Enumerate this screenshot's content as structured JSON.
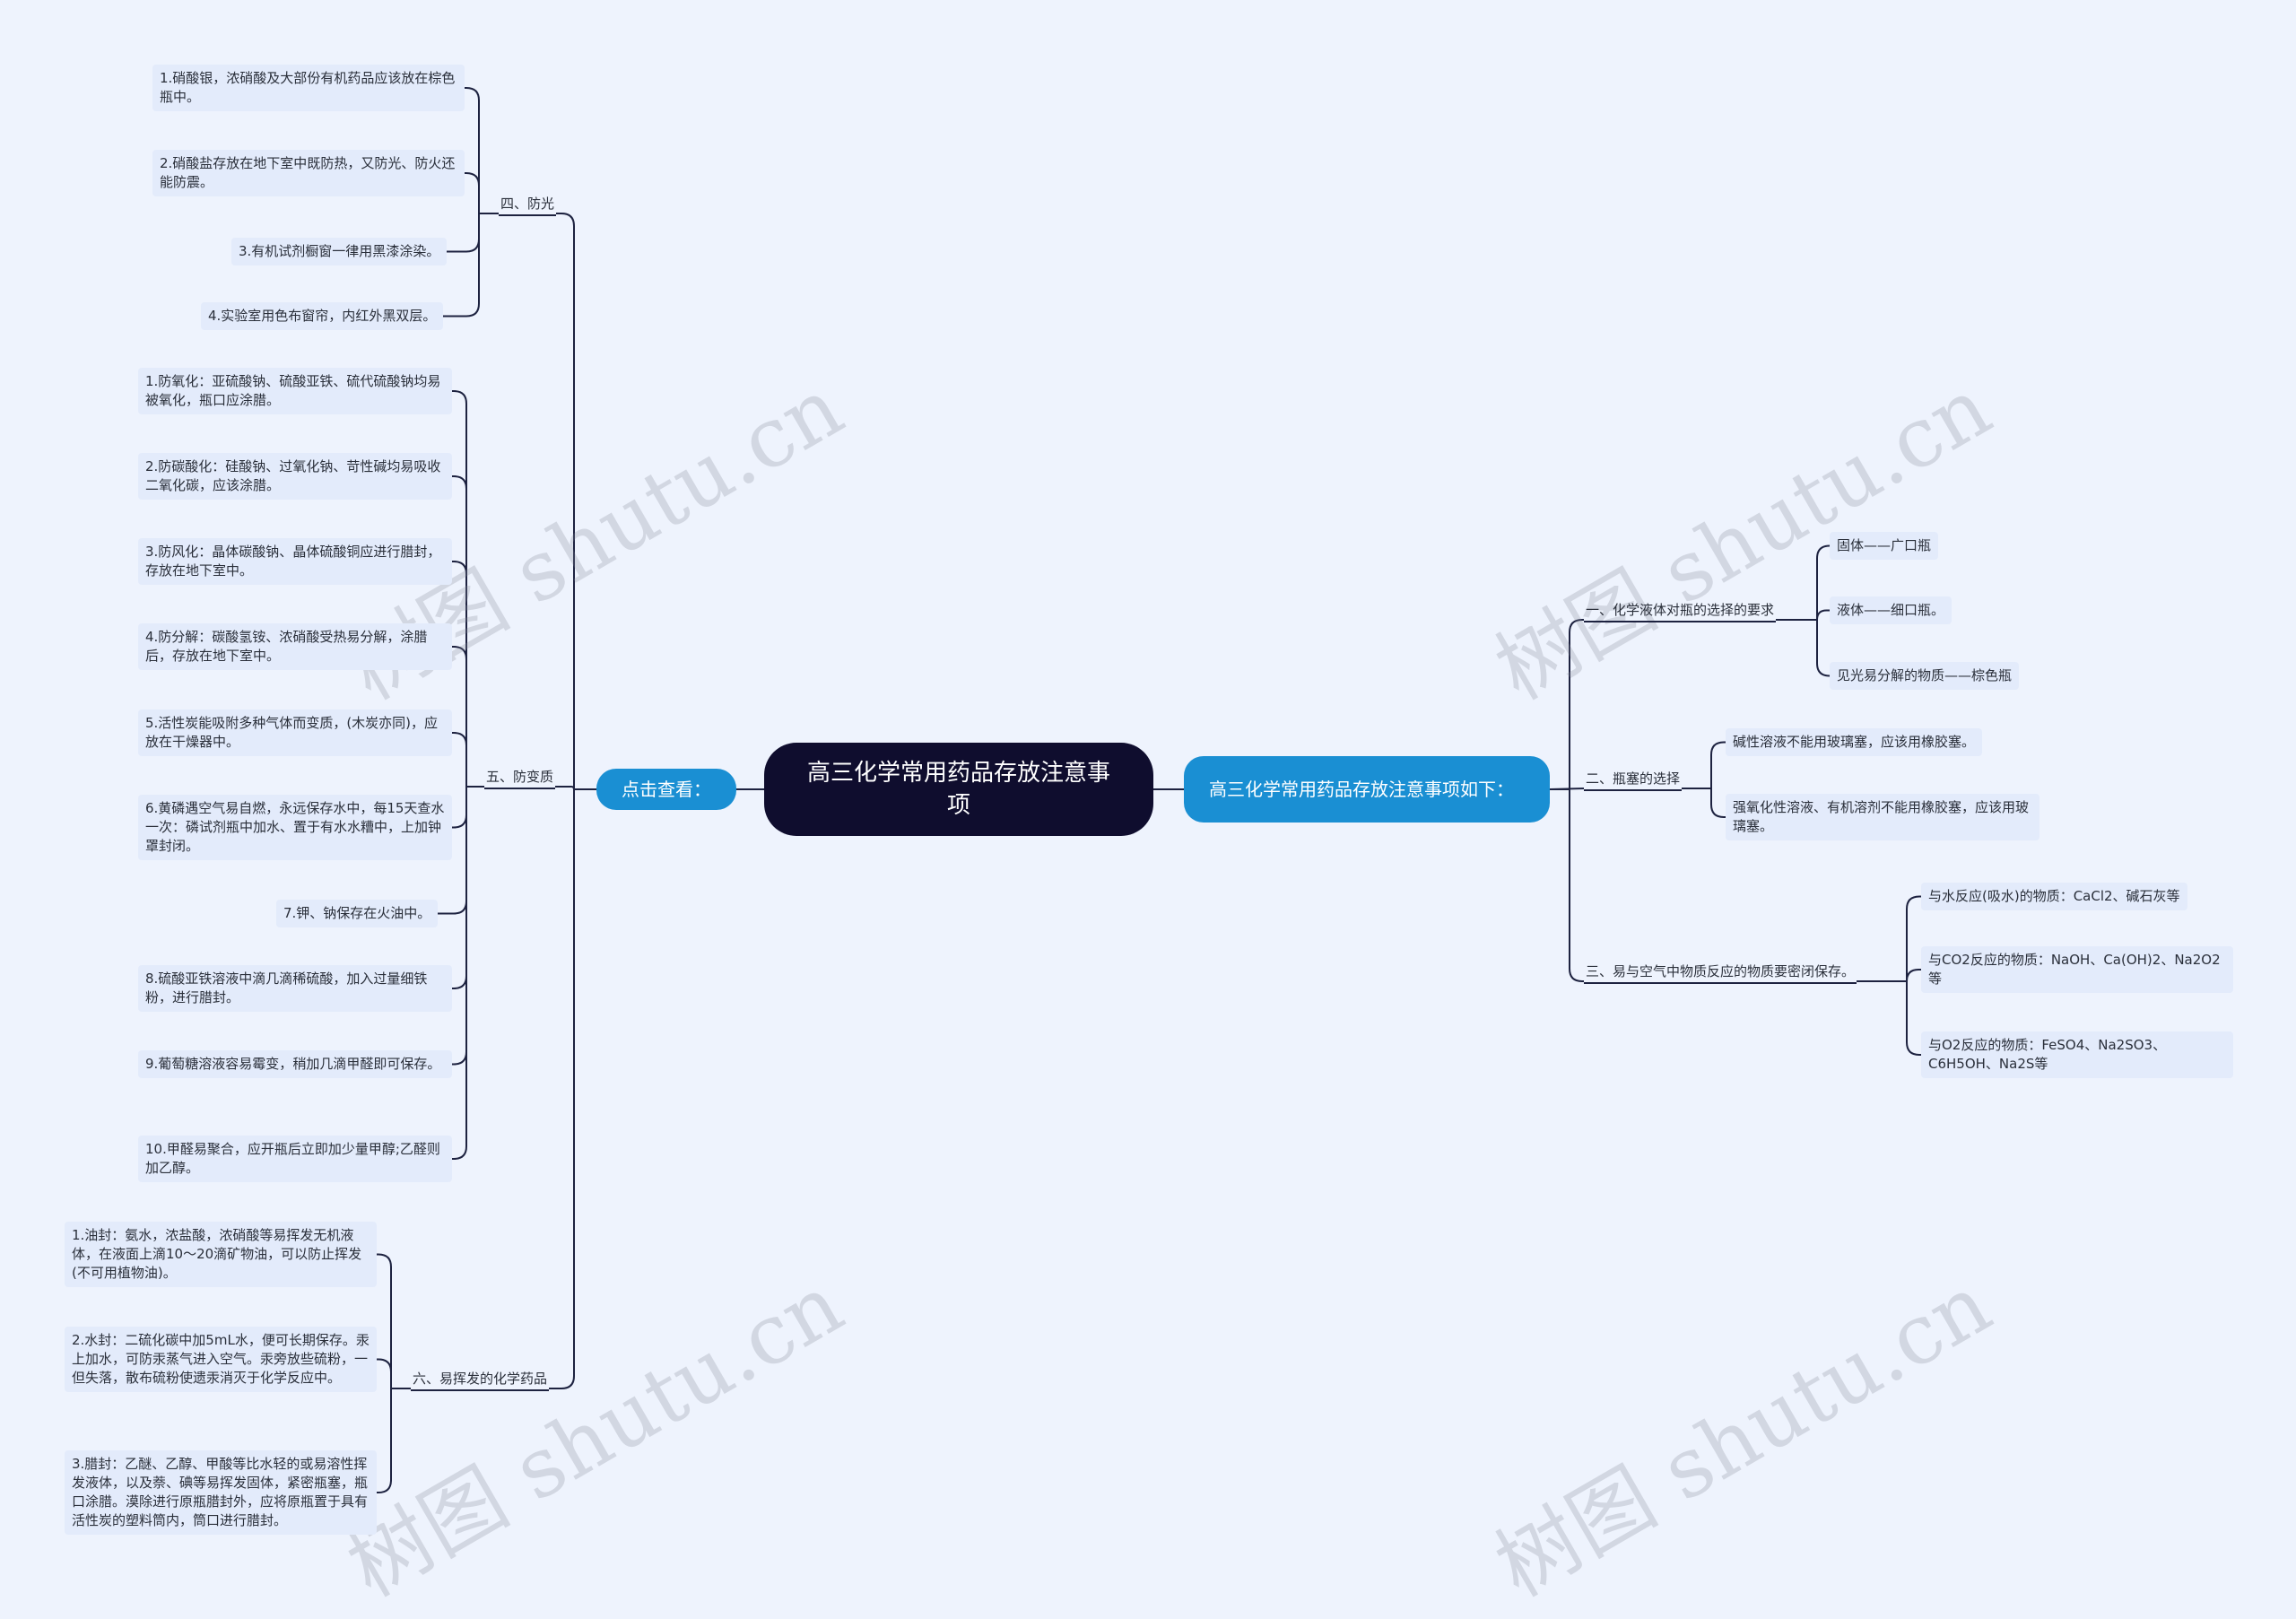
{
  "root": "高三化学常用药品存放注意事项",
  "left_label": "点击查看：",
  "right_label": "高三化学常用药品存放注意事项如下：",
  "watermark": "树图 shutu.cn",
  "colors": {
    "background": "#eef3fd",
    "root": "#0f0d2e",
    "pill": "#1a8fd3",
    "leaf": "#e3ebfb",
    "line": "#1d2240"
  },
  "left": {
    "s4": {
      "title": "四、防光",
      "items": [
        "1.硝酸银，浓硝酸及大部份有机药品应该放在棕色瓶中。",
        "2.硝酸盐存放在地下室中既防热，又防光、防火还能防震。",
        "3.有机试剂橱窗一律用黑漆涂染。",
        "4.实验室用色布窗帘，内红外黑双层。"
      ]
    },
    "s5": {
      "title": "五、防变质",
      "items": [
        "1.防氧化：亚硫酸钠、硫酸亚铁、硫代硫酸钠均易被氧化，瓶口应涂腊。",
        "2.防碳酸化：硅酸钠、过氧化钠、苛性碱均易吸收二氧化碳，应该涂腊。",
        "3.防风化：晶体碳酸钠、晶体硫酸铜应进行腊封，存放在地下室中。",
        "4.防分解：碳酸氢铵、浓硝酸受热易分解，涂腊后，存放在地下室中。",
        "5.活性炭能吸附多种气体而变质，(木炭亦同)，应放在干燥器中。",
        "6.黄磷遇空气易自燃，永远保存水中，每15天查水一次：磷试剂瓶中加水、置于有水水糟中，上加钟罩封闭。",
        "7.钾、钠保存在火油中。",
        "8.硫酸亚铁溶液中滴几滴稀硫酸，加入过量细铁粉，进行腊封。",
        "9.葡萄糖溶液容易霉变，稍加几滴甲醛即可保存。",
        "10.甲醛易聚合，应开瓶后立即加少量甲醇;乙醛则加乙醇。"
      ]
    },
    "s6": {
      "title": "六、易挥发的化学药品",
      "items": [
        "1.油封：氨水，浓盐酸，浓硝酸等易挥发无机液体，在液面上滴10～20滴矿物油，可以防止挥发(不可用植物油)。",
        "2.水封：二硫化碳中加5mL水，便可长期保存。汞上加水，可防汞蒸气进入空气。汞旁放些硫粉，一但失落，散布硫粉使遗汞消灭于化学反应中。",
        "3.腊封：乙醚、乙醇、甲酸等比水轻的或易溶性挥发液体，以及萘、碘等易挥发固体，紧密瓶塞，瓶口涂腊。漠除进行原瓶腊封外，应将原瓶置于具有活性炭的塑料筒内，筒口进行腊封。"
      ]
    }
  },
  "right": {
    "s1": {
      "title": "一、化学液体对瓶的选择的要求",
      "items": [
        "固体——广口瓶",
        "液体——细口瓶。",
        "见光易分解的物质——棕色瓶"
      ]
    },
    "s2": {
      "title": "二、瓶塞的选择",
      "items": [
        "碱性溶液不能用玻璃塞，应该用橡胶塞。",
        "强氧化性溶液、有机溶剂不能用橡胶塞，应该用玻璃塞。"
      ]
    },
    "s3": {
      "title": "三、易与空气中物质反应的物质要密闭保存。",
      "items": [
        "与水反应(吸水)的物质：CaCl2、碱石灰等",
        "与CO2反应的物质：NaOH、Ca(OH)2、Na2O2等",
        "与O2反应的物质：FeSO4、Na2SO3、C6H5OH、Na2S等"
      ]
    }
  }
}
